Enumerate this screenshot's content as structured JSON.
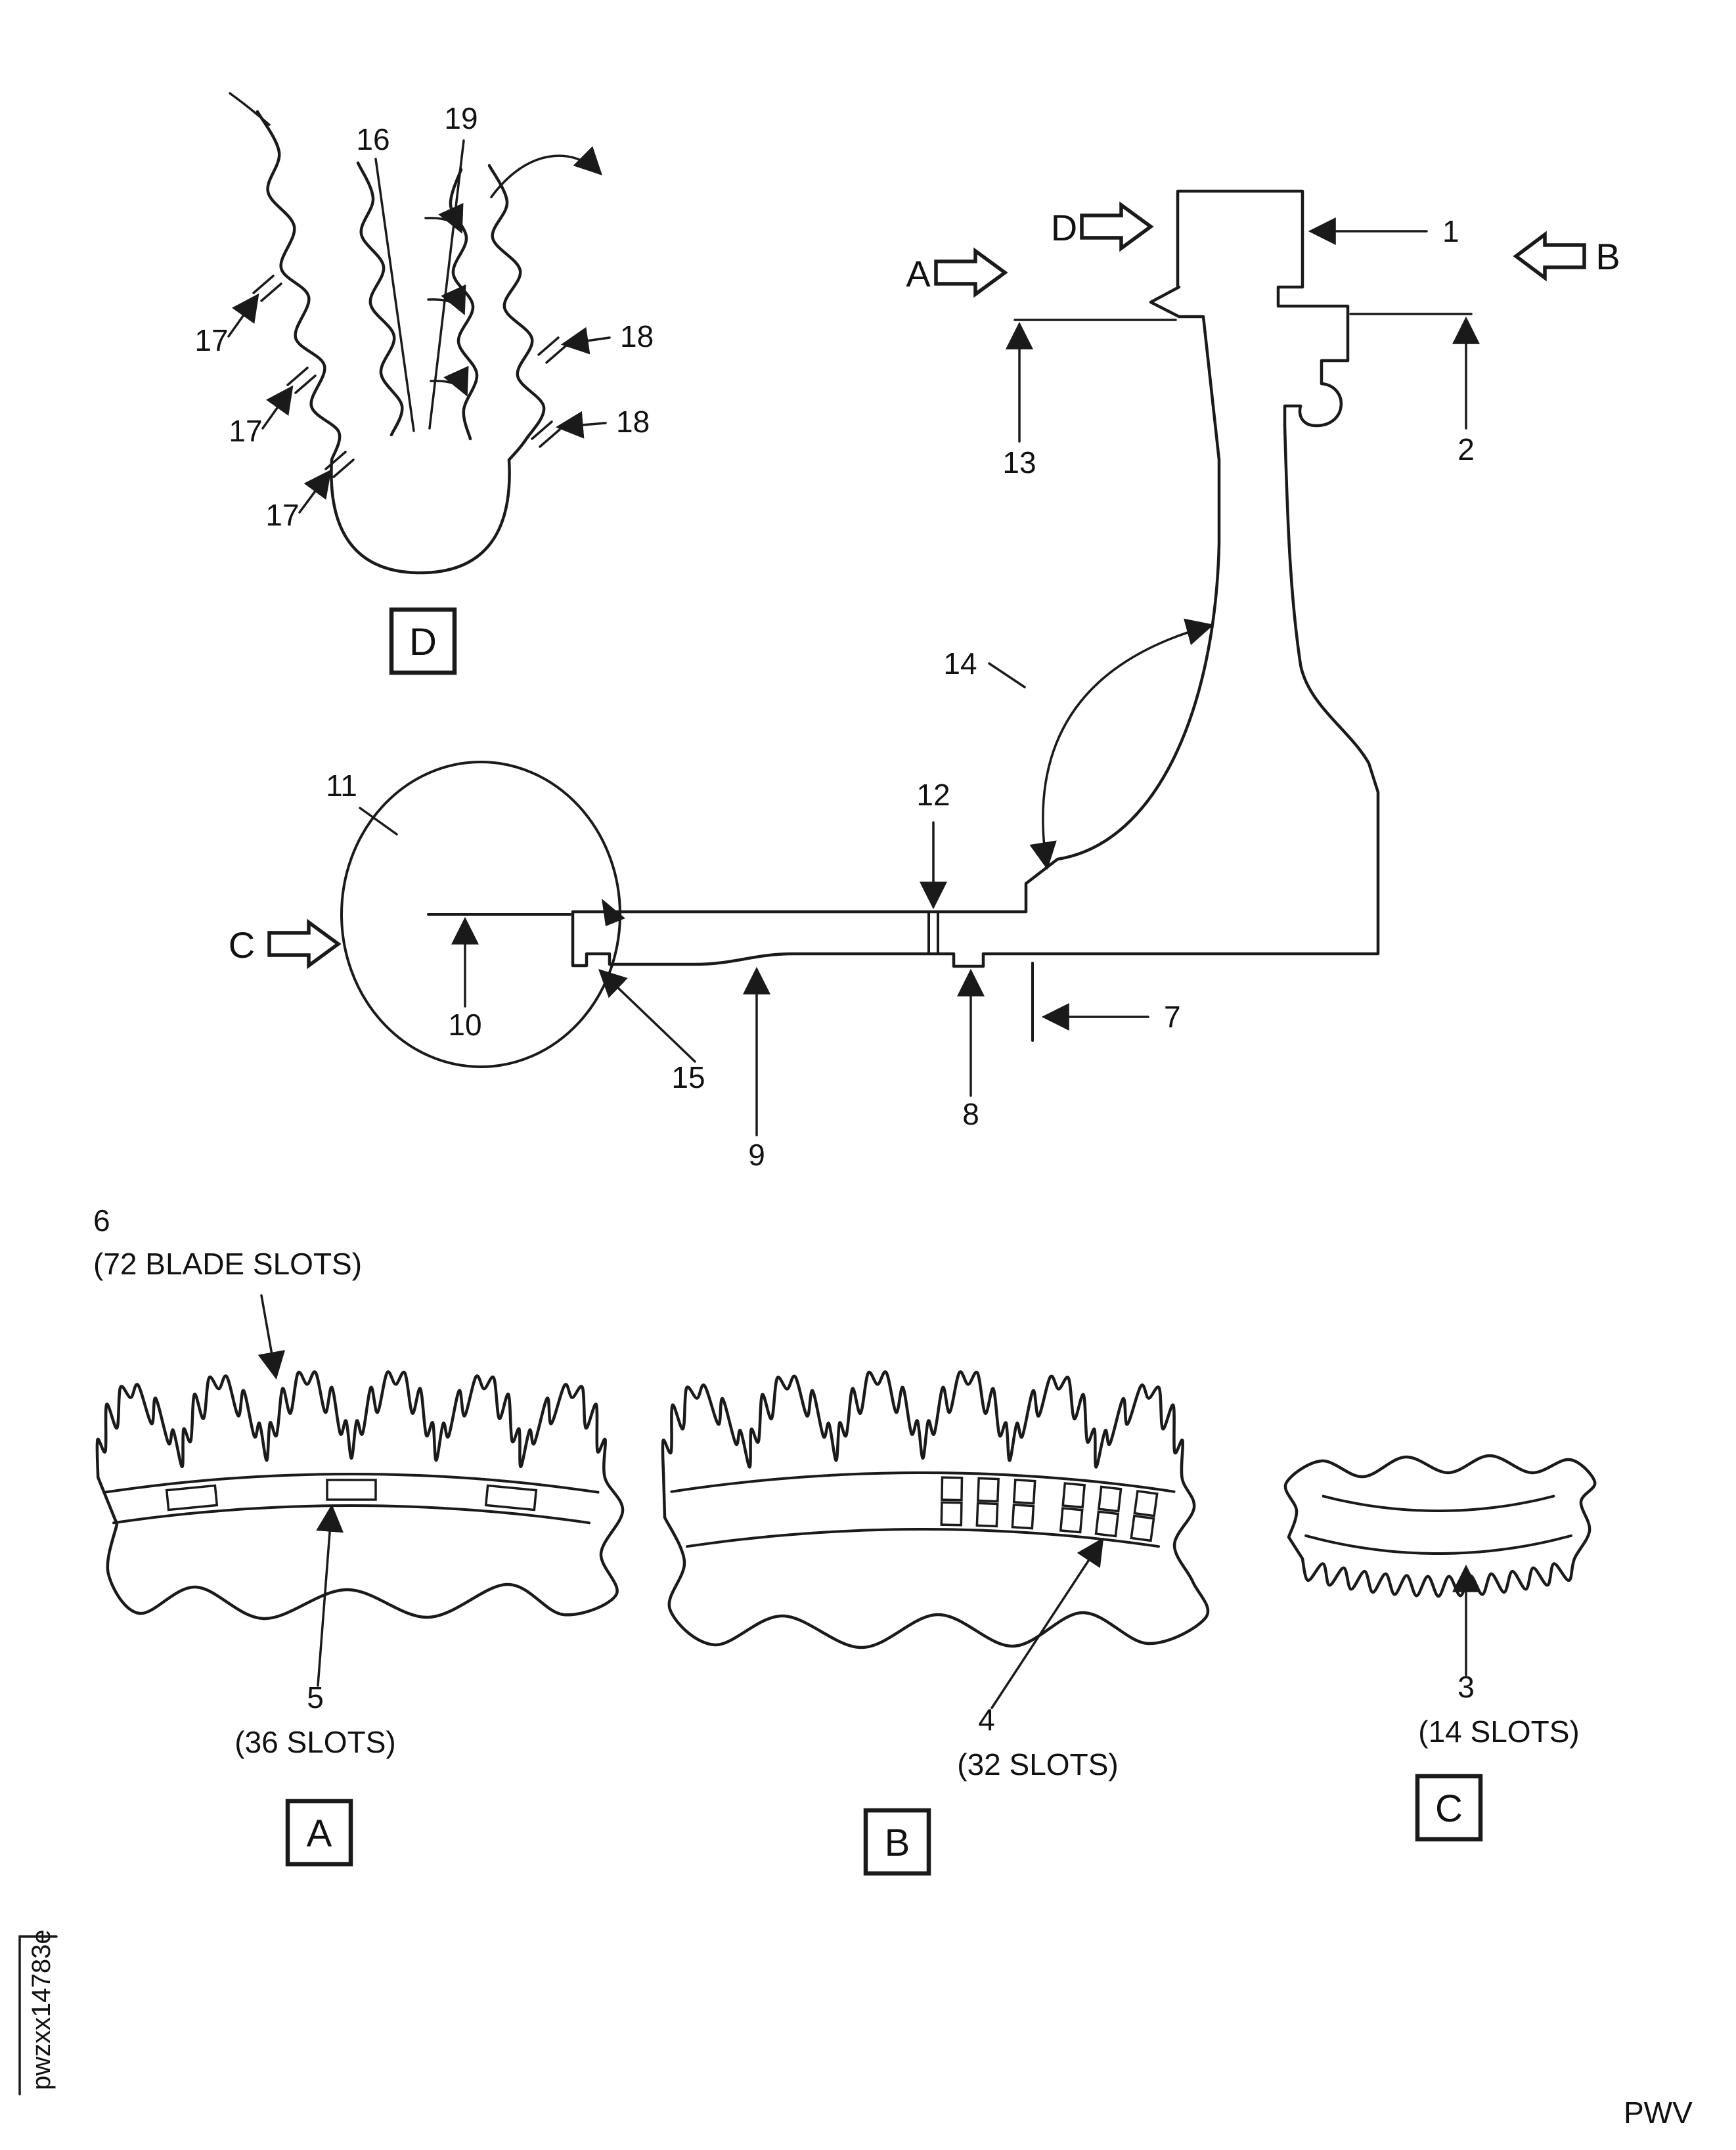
{
  "figure": {
    "drawing_id": "pwzxx14783e",
    "publisher_code": "PWV"
  },
  "views": {
    "A": "A",
    "B": "B",
    "C": "C",
    "D": "D"
  },
  "callouts": {
    "1": "1",
    "2": "2",
    "3": "3",
    "4": "4",
    "5": "5",
    "6": "6",
    "7": "7",
    "8": "8",
    "9": "9",
    "10": "10",
    "11": "11",
    "12": "12",
    "13": "13",
    "14": "14",
    "15": "15",
    "16": "16",
    "17": "17",
    "18": "18",
    "19": "19"
  },
  "labels": {
    "blade_slots": "(72 BLADE SLOTS)",
    "slots_36": "(36 SLOTS)",
    "slots_32": "(32 SLOTS)",
    "slots_14": "(14 SLOTS)"
  }
}
